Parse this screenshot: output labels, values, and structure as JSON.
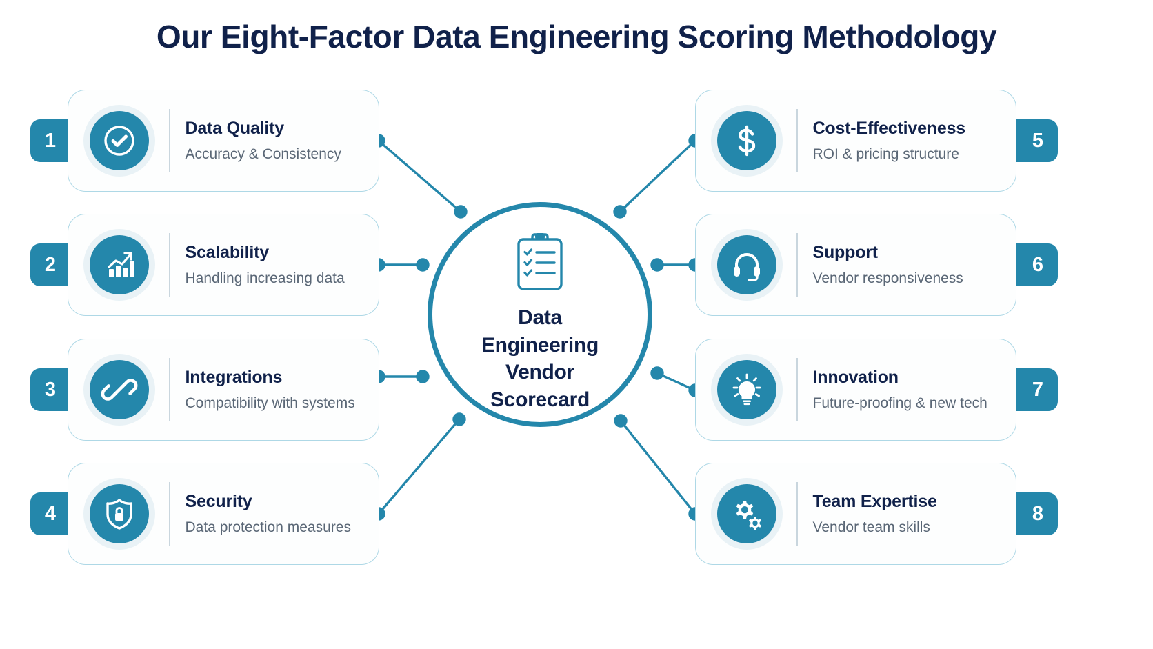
{
  "title": "Our Eight-Factor Data Engineering Scoring Methodology",
  "colors": {
    "accent_teal": "#2487ab",
    "title_navy": "#10214a",
    "card_border": "#aed8e6",
    "subtitle_gray": "#5a6776",
    "halo": "#e9f2f6",
    "page_background": "#ffffff"
  },
  "hub": {
    "icon": "clipboard-checklist-icon",
    "line1": "Data",
    "line2": "Engineering",
    "line3": "Vendor",
    "line4": "Scorecard"
  },
  "factors": [
    {
      "number": "1",
      "title": "Data Quality",
      "subtitle": "Accuracy & Consistency",
      "icon": "check-circle-icon",
      "side": "left"
    },
    {
      "number": "2",
      "title": "Scalability",
      "subtitle": "Handling increasing data",
      "icon": "bar-chart-growth-icon",
      "side": "left"
    },
    {
      "number": "3",
      "title": "Integrations",
      "subtitle": "Compatibility with systems",
      "icon": "chain-link-icon",
      "side": "left"
    },
    {
      "number": "4",
      "title": "Security",
      "subtitle": "Data protection measures",
      "icon": "shield-lock-icon",
      "side": "left"
    },
    {
      "number": "5",
      "title": "Cost-Effectiveness",
      "subtitle": "ROI & pricing structure",
      "icon": "dollar-sign-icon",
      "side": "right"
    },
    {
      "number": "6",
      "title": "Support",
      "subtitle": "Vendor responsiveness",
      "icon": "headset-icon",
      "side": "right"
    },
    {
      "number": "7",
      "title": "Innovation",
      "subtitle": "Future-proofing & new tech",
      "icon": "lightbulb-icon",
      "side": "right"
    },
    {
      "number": "8",
      "title": "Team Expertise",
      "subtitle": "Vendor team skills",
      "icon": "gears-icon",
      "side": "right"
    }
  ]
}
